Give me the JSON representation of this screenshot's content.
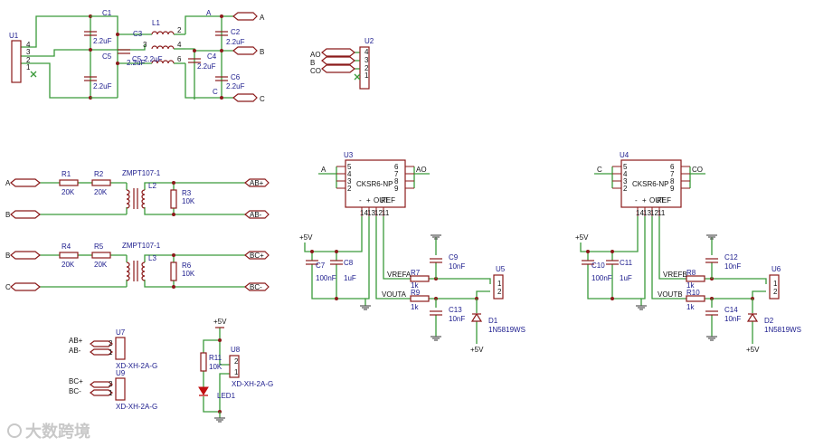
{
  "watermark": "大数跨境",
  "power_label": "+5V",
  "components": {
    "U1": "U1",
    "U2": "U2",
    "U3": "U3",
    "U4": "U4",
    "U5": "U5",
    "U6": "U6",
    "U7": "U7",
    "U8": "U8",
    "U9": "U9",
    "C1": "C1",
    "C2": "C2",
    "C3": "C3",
    "C4": "C4",
    "C5": "C5",
    "C6": "C6",
    "C7": "C7",
    "C8": "C8",
    "C9": "C9",
    "C10": "C10",
    "C11": "C11",
    "C12": "C12",
    "C13": "C13",
    "C14": "C14",
    "L1": "L1",
    "L2": "L2",
    "L3": "L3",
    "R1": "R1",
    "R2": "R2",
    "R3": "R3",
    "R4": "R4",
    "R5": "R5",
    "R6": "R6",
    "R7": "R7",
    "R8": "R8",
    "R9": "R9",
    "R10": "R10",
    "R11": "R11",
    "D1": "D1",
    "D2": "D2",
    "LED1": "LED1"
  },
  "values": {
    "cap_2u2": "2.2uF",
    "cap_100n": "100nF",
    "cap_1u": "1uF",
    "cap_10n": "10nF",
    "res_20k": "20K",
    "res_10k": "10K",
    "res_1k": "1k",
    "res_10k_lower": "10K",
    "transformer": "ZMPT107-1",
    "sensor": "CKSR6-NP",
    "diode": "1N5819WS",
    "connector": "XD-XH-2A-G"
  },
  "nets": {
    "A": "A",
    "B": "B",
    "C": "C",
    "AO": "AO",
    "CO": "CO",
    "AB_plus": "AB+",
    "AB_minus": "AB-",
    "BC_plus": "BC+",
    "BC_minus": "BC-",
    "VREFA": "VREFA",
    "VOUTA": "VOUTA",
    "VREFB": "VREFB",
    "VOUTB": "VOUTB"
  },
  "sensor_pins": {
    "left": [
      "5",
      "4",
      "3",
      "2"
    ],
    "right": [
      "6",
      "7",
      "8",
      "9"
    ],
    "bottom": [
      "14",
      "13",
      "12",
      "11"
    ],
    "bottom_names": [
      "-",
      "+",
      "OUT",
      "REF"
    ]
  },
  "pin_numbers": {
    "one": "1",
    "two": "2",
    "three": "3",
    "four": "4",
    "five": "5",
    "six": "6"
  }
}
